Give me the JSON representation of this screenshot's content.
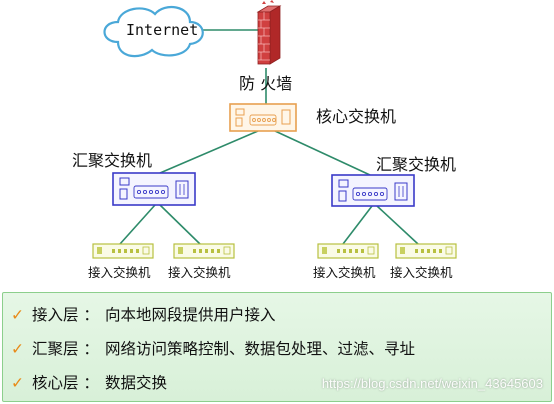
{
  "labels": {
    "internet": "Internet",
    "firewall": "防 火墙",
    "core_switch": "核心交换机",
    "agg_left": "汇聚交换机",
    "agg_right": "汇聚交换机",
    "access_1": "接入交换机",
    "access_2": "接入交换机",
    "access_3": "接入交换机",
    "access_4": "接入交换机"
  },
  "legend": {
    "items": [
      {
        "check": "✓",
        "term": "接入层 ：",
        "desc": "向本地网段提供用户接入"
      },
      {
        "check": "✓",
        "term": "汇聚层 ：",
        "desc": "网络访问策略控制、数据包处理、过滤、寻址"
      },
      {
        "check": "✓",
        "term": "核心层 ：",
        "desc": "数据交换"
      }
    ]
  },
  "watermark": "https://blog.csdn.net/weixin_43645603",
  "colors": {
    "line": "#2e8b6a",
    "core": "#e8a050",
    "agg": "#3a3ac8",
    "access": "#c8d060",
    "firewall": "#c03030",
    "cloud": "#4aa8d8"
  }
}
